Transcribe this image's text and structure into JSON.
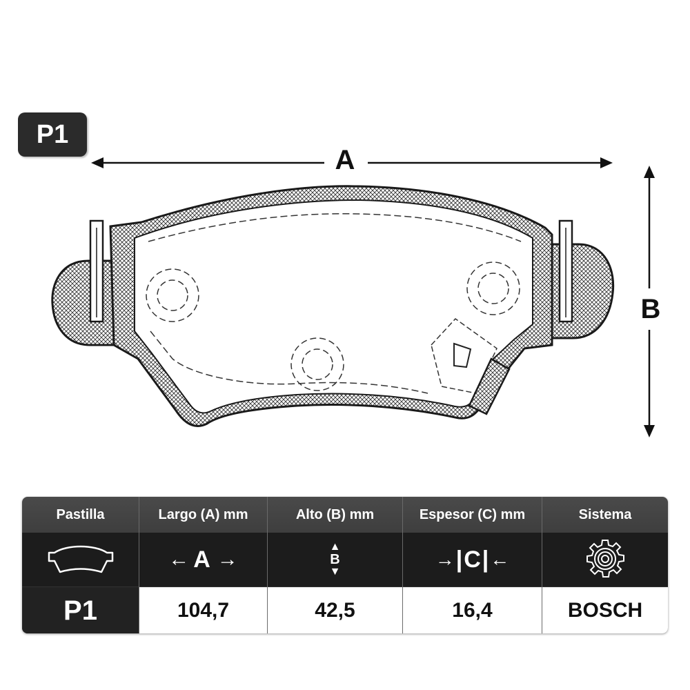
{
  "badge": "P1",
  "dimensions": {
    "a": "A",
    "b": "B"
  },
  "table": {
    "columns": [
      {
        "header": "Pastilla",
        "value": "P1",
        "icon": "brake-pad-icon"
      },
      {
        "header": "Largo (A) mm",
        "value": "104,7",
        "icon": "length-arrows-icon",
        "icon_text": "A"
      },
      {
        "header": "Alto (B) mm",
        "value": "42,5",
        "icon": "height-arrows-icon",
        "icon_text": "B"
      },
      {
        "header": "Espesor (C) mm",
        "value": "16,4",
        "icon": "thickness-arrows-icon",
        "icon_text": "C"
      },
      {
        "header": "Sistema",
        "value": "BOSCH",
        "icon": "gear-icon"
      }
    ]
  },
  "colors": {
    "outline": "#1a1a1a",
    "header_bg": "#2b2b2b",
    "value_bg": "#ffffff"
  }
}
